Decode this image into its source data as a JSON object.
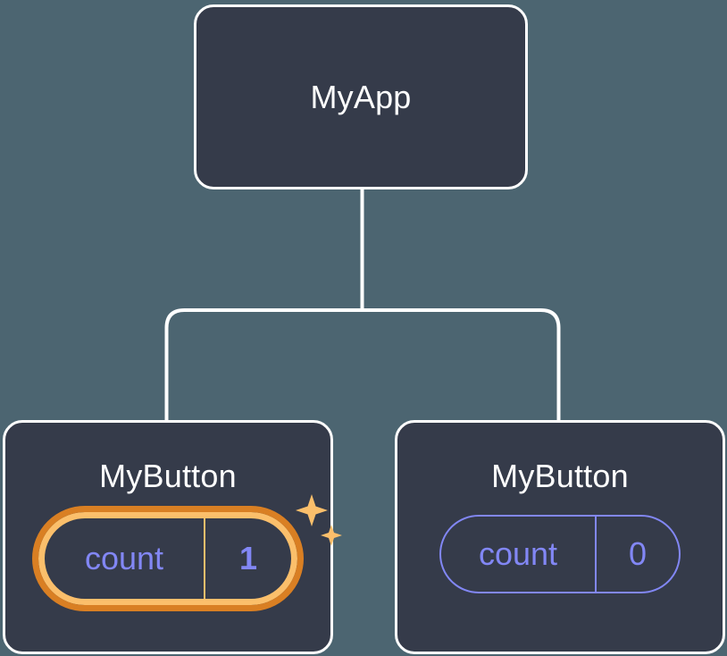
{
  "diagram": {
    "type": "react-component-tree",
    "background_color": "#4c6571",
    "node_fill_color": "#353b4a",
    "node_border_color": "#ffffff",
    "connector_color": "#ffffff",
    "state_color": "#8287f5",
    "highlight_outer_color": "#d97f23",
    "highlight_inner_color": "#fbbf6b",
    "sparkle_color": "#fbbf6b"
  },
  "root": {
    "title": "MyApp"
  },
  "children": [
    {
      "title": "MyButton",
      "state": {
        "key": "count",
        "value": "1"
      },
      "highlighted": true,
      "sparkle_large": "sparkle-icon",
      "sparkle_small": "sparkle-icon"
    },
    {
      "title": "MyButton",
      "state": {
        "key": "count",
        "value": "0"
      },
      "highlighted": false
    }
  ]
}
